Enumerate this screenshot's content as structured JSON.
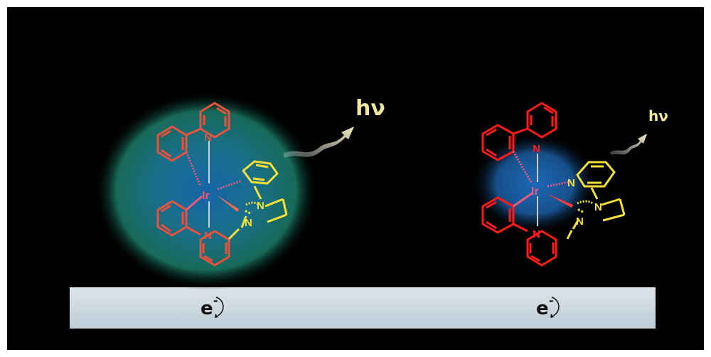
{
  "colors": {
    "background": "#000000",
    "bar": "#c9d6df",
    "ligand_left": "#e8523c",
    "ligand_right": "#ff1a1a",
    "carbene_ligand": "#f5e03a",
    "metal": "#e65a82",
    "glow_left": "#1f7a6a",
    "glow_right": "#1f5fa8"
  },
  "labels": {
    "photon": "hν",
    "electron": "e",
    "electron_sup": "-",
    "metal": "Ir",
    "nitrogen": "N"
  }
}
